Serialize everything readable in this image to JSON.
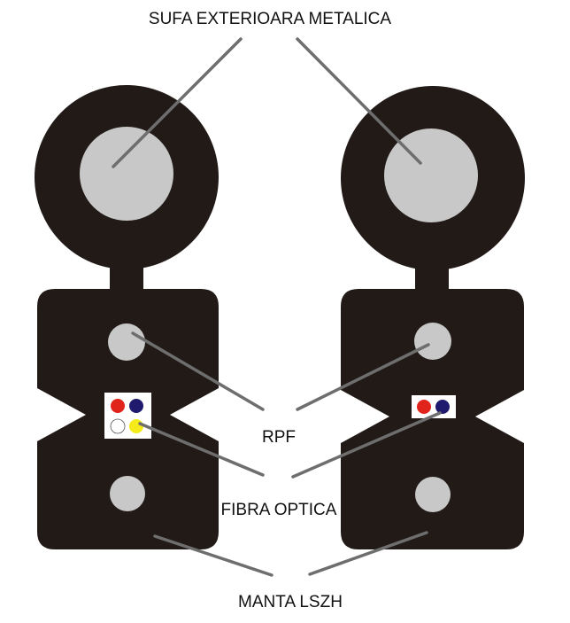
{
  "labels": {
    "metal_strand": "SUFA EXTERIOARA METALICA",
    "rpf": "RPF",
    "optical_fiber": "FIBRA OPTICA",
    "sheath": "MANTA LSZH"
  },
  "colors": {
    "sheath": "#211a17",
    "metal_core": "#c8c8c8",
    "leader_line": "#6e6e6e",
    "fiber_red": "#e0241b",
    "fiber_blue": "#1f1a6e",
    "fiber_white": "#ffffff",
    "fiber_yellow": "#f5ea1a"
  },
  "cables": [
    {
      "name": "cable-left",
      "fibers": [
        "red",
        "blue",
        "white",
        "yellow"
      ]
    },
    {
      "name": "cable-right",
      "fibers": [
        "red",
        "blue"
      ]
    }
  ]
}
